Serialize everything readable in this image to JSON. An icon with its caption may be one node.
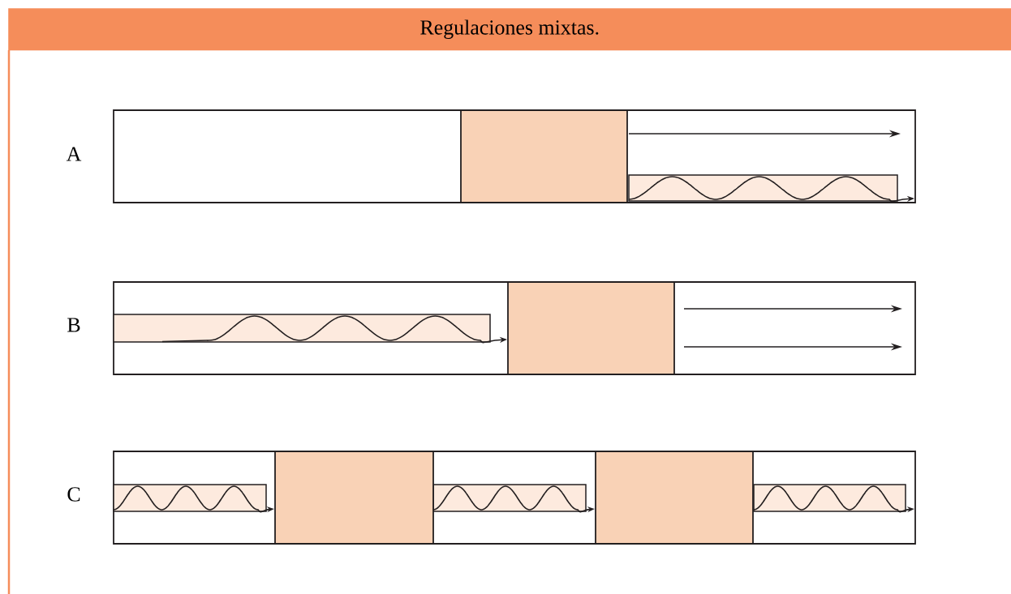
{
  "diagram": {
    "title": "Regulaciones mixtas.",
    "labels": [
      "A",
      "B",
      "C"
    ]
  }
}
